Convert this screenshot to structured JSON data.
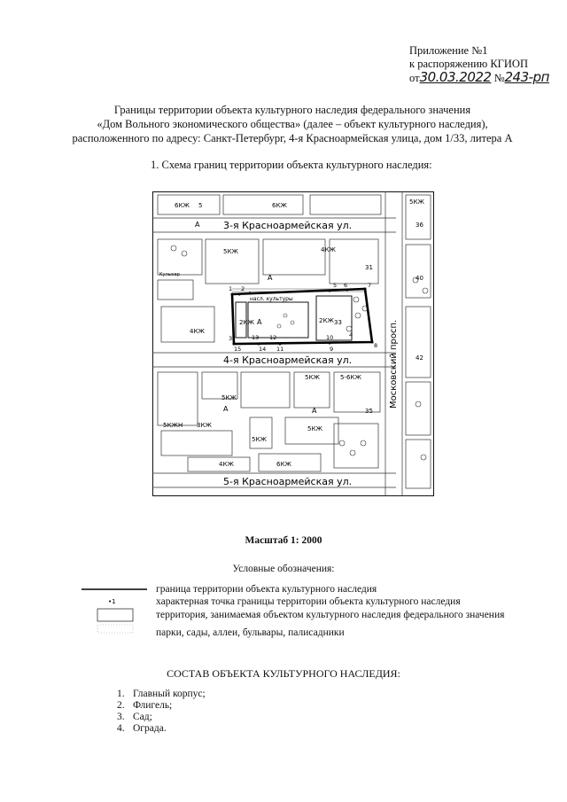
{
  "appendix": {
    "line1": "Приложение №1",
    "line2": "к распоряжению КГИОП",
    "from": "от",
    "date": "30.03.2022",
    "num_label": "№",
    "number": "243-рп"
  },
  "title": {
    "line1": "Границы территории объекта культурного наследия федерального значения",
    "line2": "«Дом Вольного экономического общества» (далее – объект культурного наследия),",
    "line3": "расположенного по адресу: Санкт-Петербург, 4-я Красноармейская улица, дом 1/33, литера А"
  },
  "section1": "1.   Схема границ территории объекта культурного наследия:",
  "map": {
    "streets": {
      "s3": "3-я Красноармейская ул.",
      "s4": "4-я Красноармейская ул.",
      "s5": "5-я Красноармейская ул.",
      "moskovsky": "Московский просп."
    },
    "labels": {
      "b6kzh": "6КЖ",
      "b5kzh": "5КЖ",
      "b4kzh": "4КЖ",
      "b2kzh": "2КЖ",
      "b3kzh": "3КЖ",
      "b5_6kzh": "5-6КЖ",
      "b5kzhn": "5КЖН",
      "litA": "А",
      "h5": "5",
      "h31": "31",
      "h33": "33",
      "h35": "35",
      "h36": "36",
      "h40": "40",
      "h42": "42",
      "p1": "1",
      "p2": "2",
      "p3": "3",
      "p4": "4",
      "p5": "5",
      "p6": "6",
      "p7": "7",
      "p8": "8",
      "p9": "9",
      "p10": "10",
      "p11": "11",
      "p12": "12",
      "p13": "13",
      "p14": "14",
      "p15": "15",
      "cultural": "насл. культуры",
      "kiosk": "Кулыхер"
    }
  },
  "scale": "Масштаб 1: 2000",
  "legend": {
    "title": "Условные обозначения:",
    "items": [
      "граница территории объекта культурного наследия",
      "характерная точка границы территории объекта культурного наследия",
      "территория, занимаемая объектом культурного наследия федерального значения",
      "парки, сады, аллеи, бульвары, палисадники"
    ],
    "point_marker": "•1"
  },
  "composition": {
    "title": "СОСТАВ ОБЪЕКТА КУЛЬТУРНОГО НАСЛЕДИЯ:",
    "items": [
      {
        "n": "1.",
        "text": "Главный корпус;"
      },
      {
        "n": "2.",
        "text": "Флигель;"
      },
      {
        "n": "3.",
        "text": "Сад;"
      },
      {
        "n": "4.",
        "text": "Ограда."
      }
    ]
  }
}
